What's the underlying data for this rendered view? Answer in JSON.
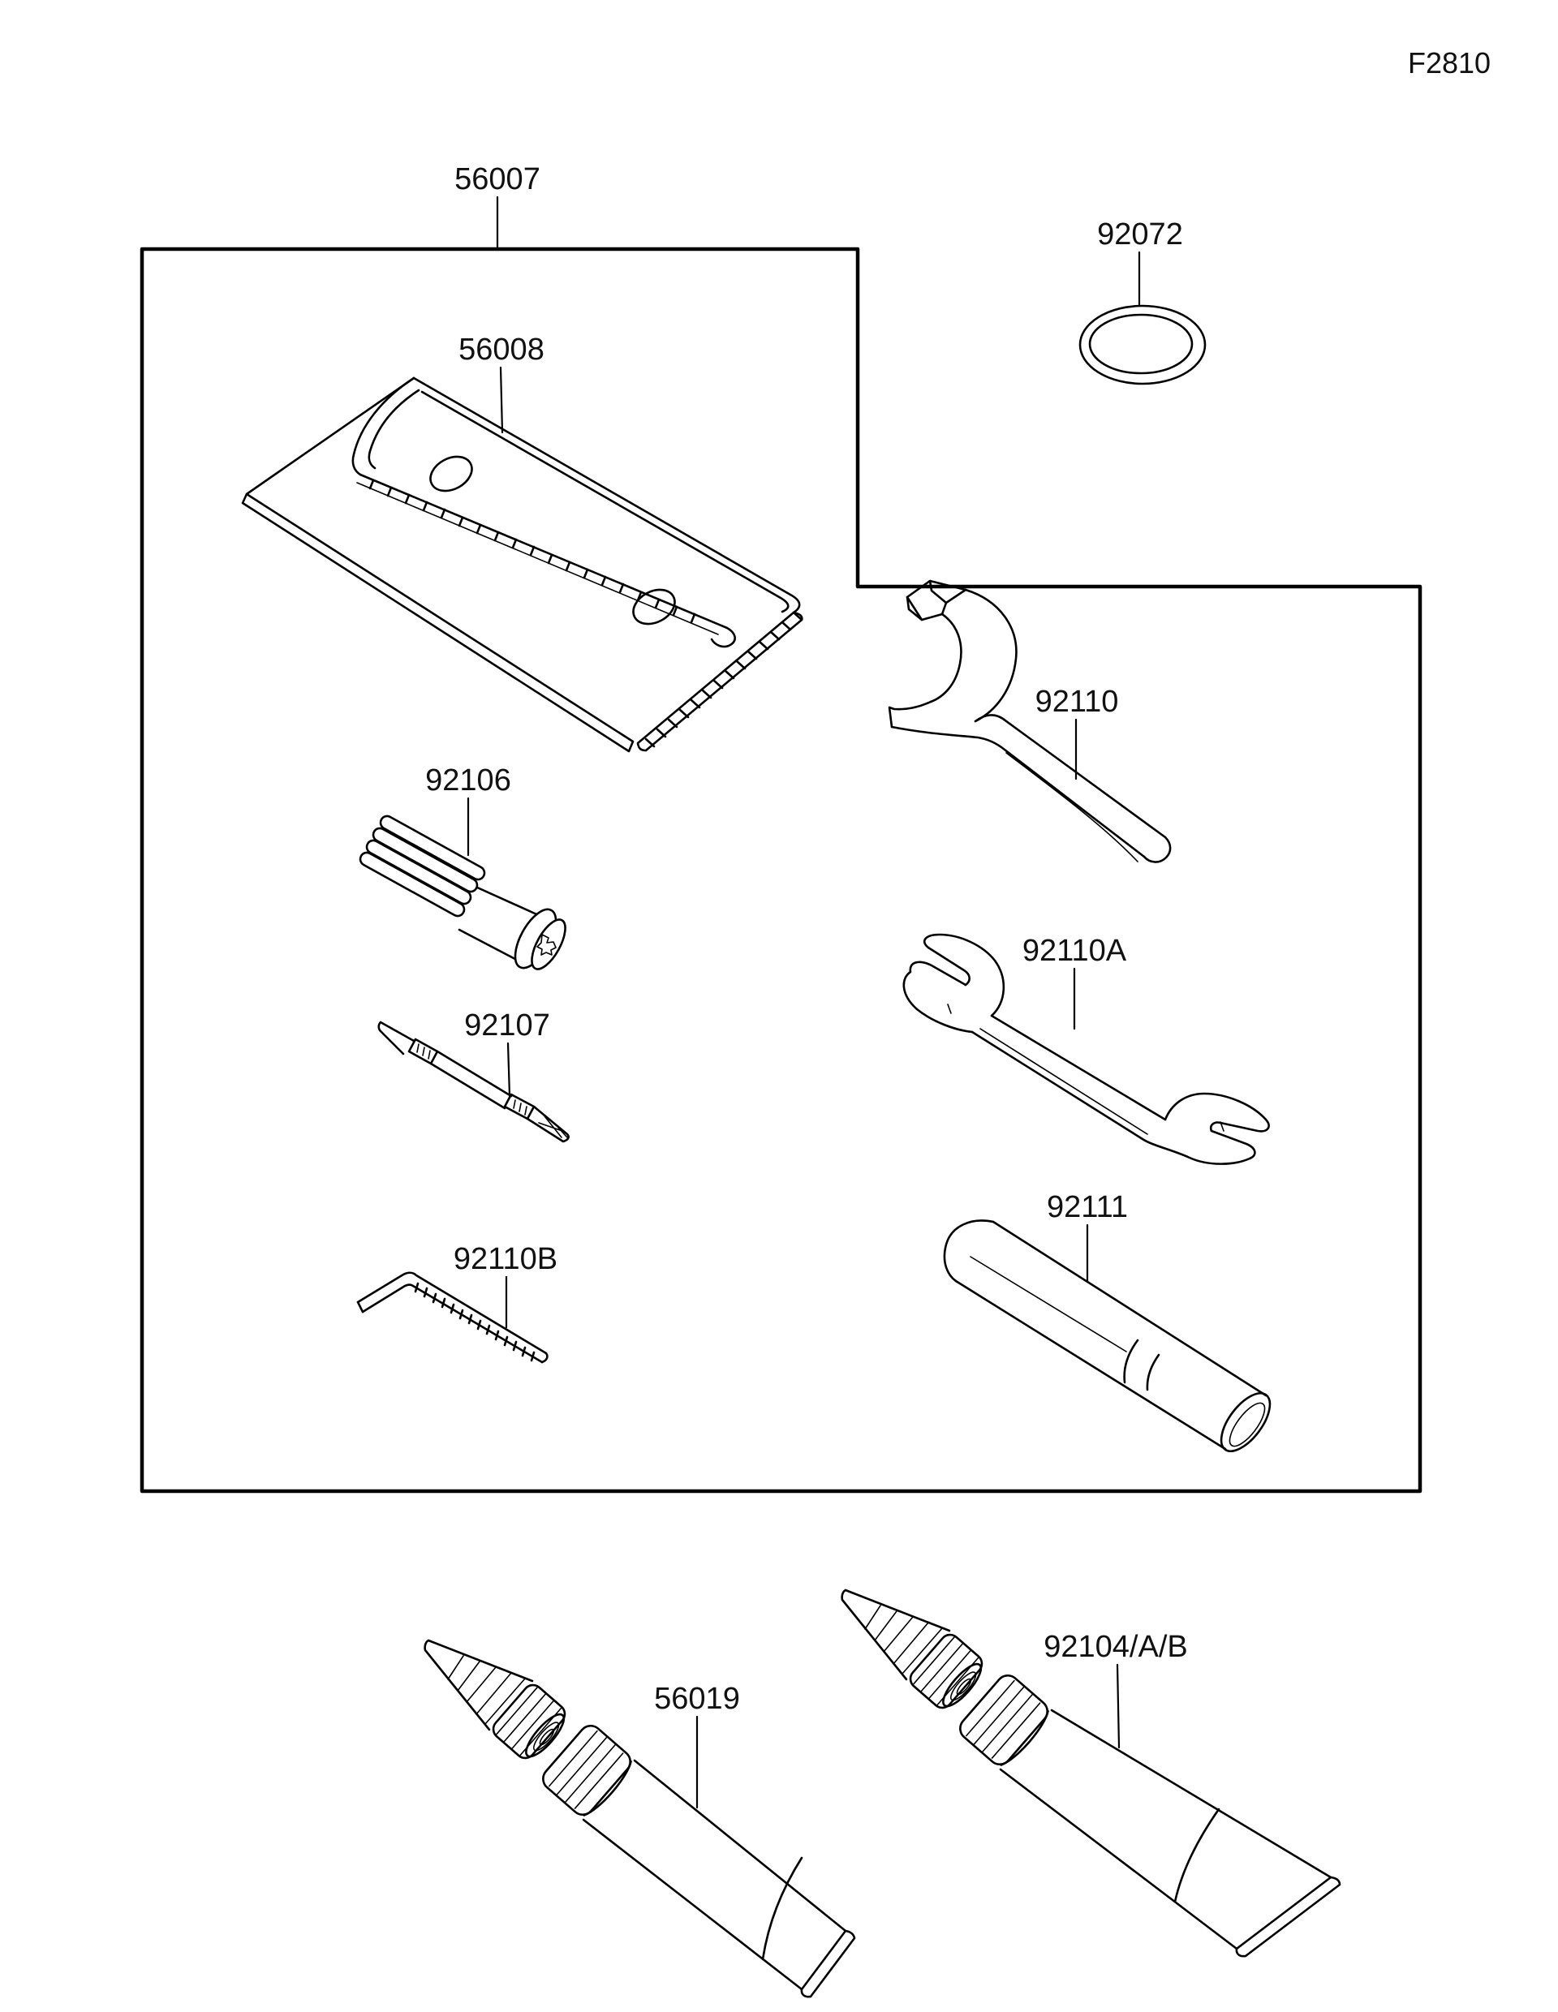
{
  "page": {
    "code": "F2810",
    "paper_color": "#ffffff",
    "ink_color": "#000000",
    "description": "Owners tools parts diagram"
  },
  "parts": [
    {
      "id": "56007",
      "label": "56007",
      "name": "tool-kit-case-boundary"
    },
    {
      "id": "56008",
      "label": "56008",
      "name": "tool-bag"
    },
    {
      "id": "92072",
      "label": "92072",
      "name": "band"
    },
    {
      "id": "92110",
      "label": "92110",
      "name": "hook-spanner"
    },
    {
      "id": "92106",
      "label": "92106",
      "name": "socket-wrench-grip"
    },
    {
      "id": "92110A",
      "label": "92110A",
      "name": "open-end-wrench"
    },
    {
      "id": "92107",
      "label": "92107",
      "name": "double-end-screwdriver"
    },
    {
      "id": "92111",
      "label": "92111",
      "name": "tool-grip-handle"
    },
    {
      "id": "92110B",
      "label": "92110B",
      "name": "hex-key"
    },
    {
      "id": "56019",
      "label": "56019",
      "name": "grease-tube"
    },
    {
      "id": "92104/A/B",
      "label": "92104/A/B",
      "name": "sealant-tube"
    }
  ]
}
